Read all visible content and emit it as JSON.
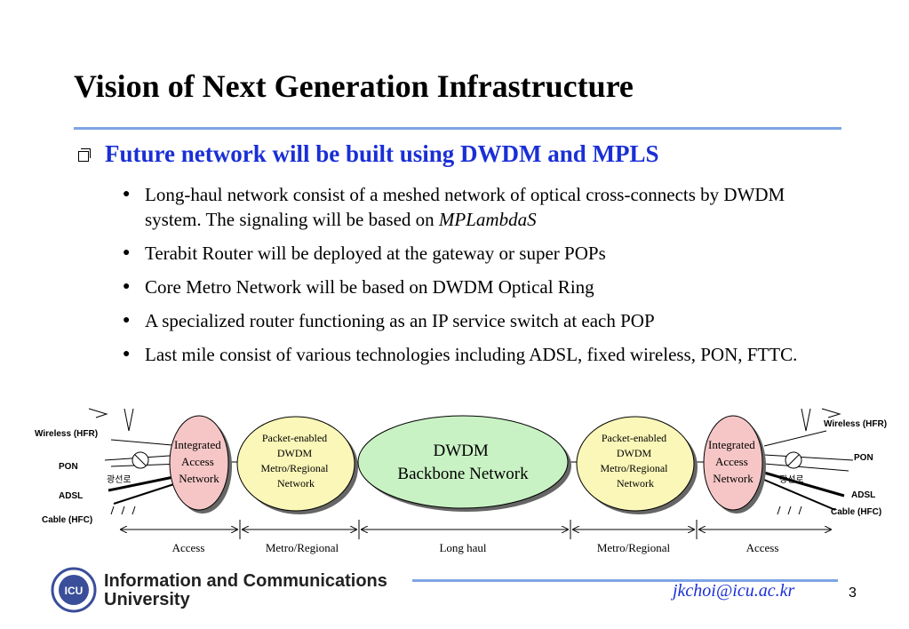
{
  "slide": {
    "title": "Vision of Next Generation Infrastructure",
    "heading": "Future network will be built using DWDM and MPLS",
    "bullets": [
      {
        "text": "Long-haul network consist of a meshed network of optical cross-connects by DWDM system. The signaling will be based on ",
        "em": "MPLambdaS"
      },
      {
        "text": "Terabit Router will be deployed at the gateway or super POPs"
      },
      {
        "text": "Core Metro Network will be based on DWDM Optical Ring"
      },
      {
        "text": "A specialized router functioning as an IP service switch at each POP"
      },
      {
        "text": "Last mile consist of various technologies including ADSL, fixed wireless, PON, FTTC."
      }
    ]
  },
  "diagram": {
    "left_access": [
      "Wireless (HFR)",
      "PON",
      "ADSL",
      "Cable (HFC)"
    ],
    "right_access": [
      "Wireless (HFR)",
      "PON",
      "ADSL",
      "Cable (HFC)"
    ],
    "fiber_label": "광선로",
    "integrated": [
      "Integrated",
      "Access",
      "Network"
    ],
    "metro": [
      "Packet-enabled",
      "DWDM",
      "Metro/Regional",
      "Network"
    ],
    "core": [
      "DWDM",
      "Backbone Network"
    ],
    "segments": [
      "Access",
      "Metro/Regional",
      "Long haul",
      "Metro/Regional",
      "Access"
    ],
    "colors": {
      "integrated_fill": "#f6c6c6",
      "metro_fill": "#fbf7b8",
      "core_fill": "#c9f2c4",
      "accent": "#1a2fd6",
      "rule": "#7fa4e6"
    }
  },
  "footer": {
    "logo_text": "ICU",
    "university": [
      "Information and Communications",
      "University"
    ],
    "email": "jkchoi@icu.ac.kr",
    "page": "3"
  }
}
